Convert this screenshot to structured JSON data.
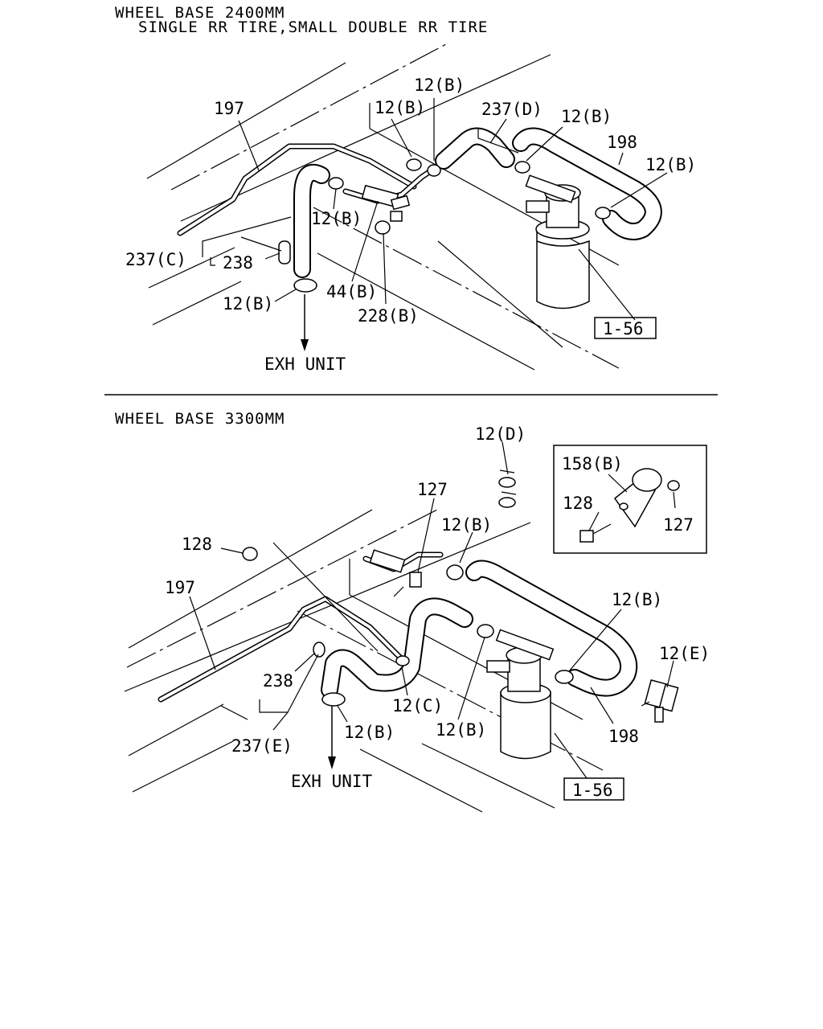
{
  "top_section": {
    "title_line1": "WHEEL BASE 2400MM",
    "title_line2": "SINGLE RR TIRE,SMALL DOUBLE RR TIRE",
    "labels": {
      "p197": "197",
      "p12b_a": "12(B)",
      "p12b_b": "12(B)",
      "p237d": "237(D)",
      "p12b_c": "12(B)",
      "p198": "198",
      "p12b_d": "12(B)",
      "p12b_e": "12(B)",
      "p237c": "237(C)",
      "p238": "238",
      "p12b_f": "12(B)",
      "p44b": "44(B)",
      "p228b": "228(B)",
      "ref": "1-56",
      "exh": "EXH UNIT"
    }
  },
  "bottom_section": {
    "title": "WHEEL BASE 3300MM",
    "labels": {
      "p12d": "12(D)",
      "p127": "127",
      "p12b_a": "12(B)",
      "p128": "128",
      "p197": "197",
      "p12b_b": "12(B)",
      "p12e": "12(E)",
      "p238": "238",
      "p12c": "12(C)",
      "p12b_c": "12(B)",
      "p198": "198",
      "p237e": "237(E)",
      "p12b_d": "12(B)",
      "ref": "1-56",
      "exh": "EXH UNIT"
    },
    "inset": {
      "p158b": "158(B)",
      "p128": "128",
      "p127": "127"
    }
  }
}
